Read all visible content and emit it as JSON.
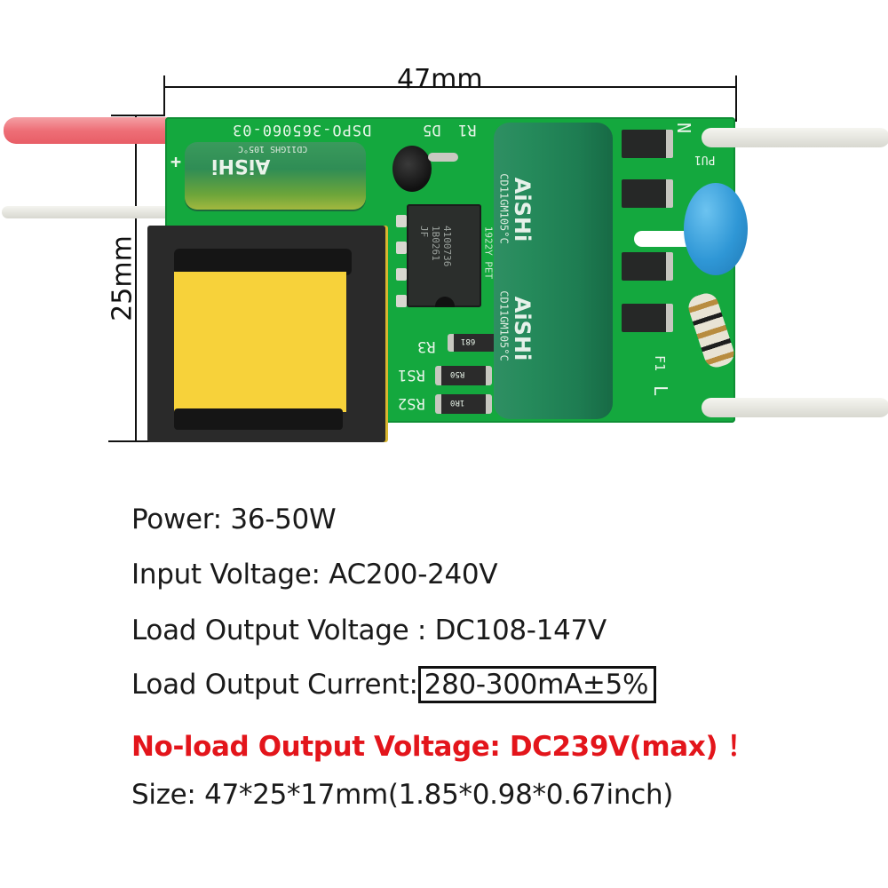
{
  "dimensions": {
    "width_label": "47mm",
    "height_label": "25mm"
  },
  "pcb": {
    "silkscreen_top": "DSPO-365060-03",
    "silkscreen_labels": [
      "R1",
      "D5",
      "+",
      "N",
      "PU1",
      "F1",
      "L",
      "R3",
      "RS1",
      "RS2"
    ],
    "capacitor_brand": "AiSHi",
    "capacitor_marking": "CD11GM105°C",
    "capacitor_date_code": "1922Y PET",
    "small_capacitor_marking": "CD11GHS 105°C",
    "ic_marking_line1": "4100736",
    "ic_marking_line2": "1B0261 JF",
    "smd_resistor_codes": [
      "681",
      "R50",
      "1R0"
    ],
    "colors": {
      "board": "#14a83e",
      "capacitor": "#1f8a5a",
      "transformer_tape": "#f7d23a",
      "transformer_core": "#2a2a2a",
      "x_capacitor": "#2f97d6",
      "red_wire": "#f07a80",
      "white_wire": "#ecece6"
    }
  },
  "specs": [
    {
      "label": "Power:",
      "value": "36-50W"
    },
    {
      "label": "Input Voltage:",
      "value": "AC200-240V"
    },
    {
      "label": "Load Output Voltage :",
      "value": "DC108-147V"
    },
    {
      "label": "Load Output Current:",
      "value": "280-300mA±5%"
    },
    {
      "label": "No-load Output Voltage:",
      "value": "DC239V(max)",
      "suffix": "！"
    },
    {
      "label": "Size:",
      "value": "47*25*17mm(1.85*0.98*0.67inch)"
    }
  ],
  "colors": {
    "text": "#1a1a1a",
    "warning": "#e3151b",
    "background": "#ffffff"
  }
}
